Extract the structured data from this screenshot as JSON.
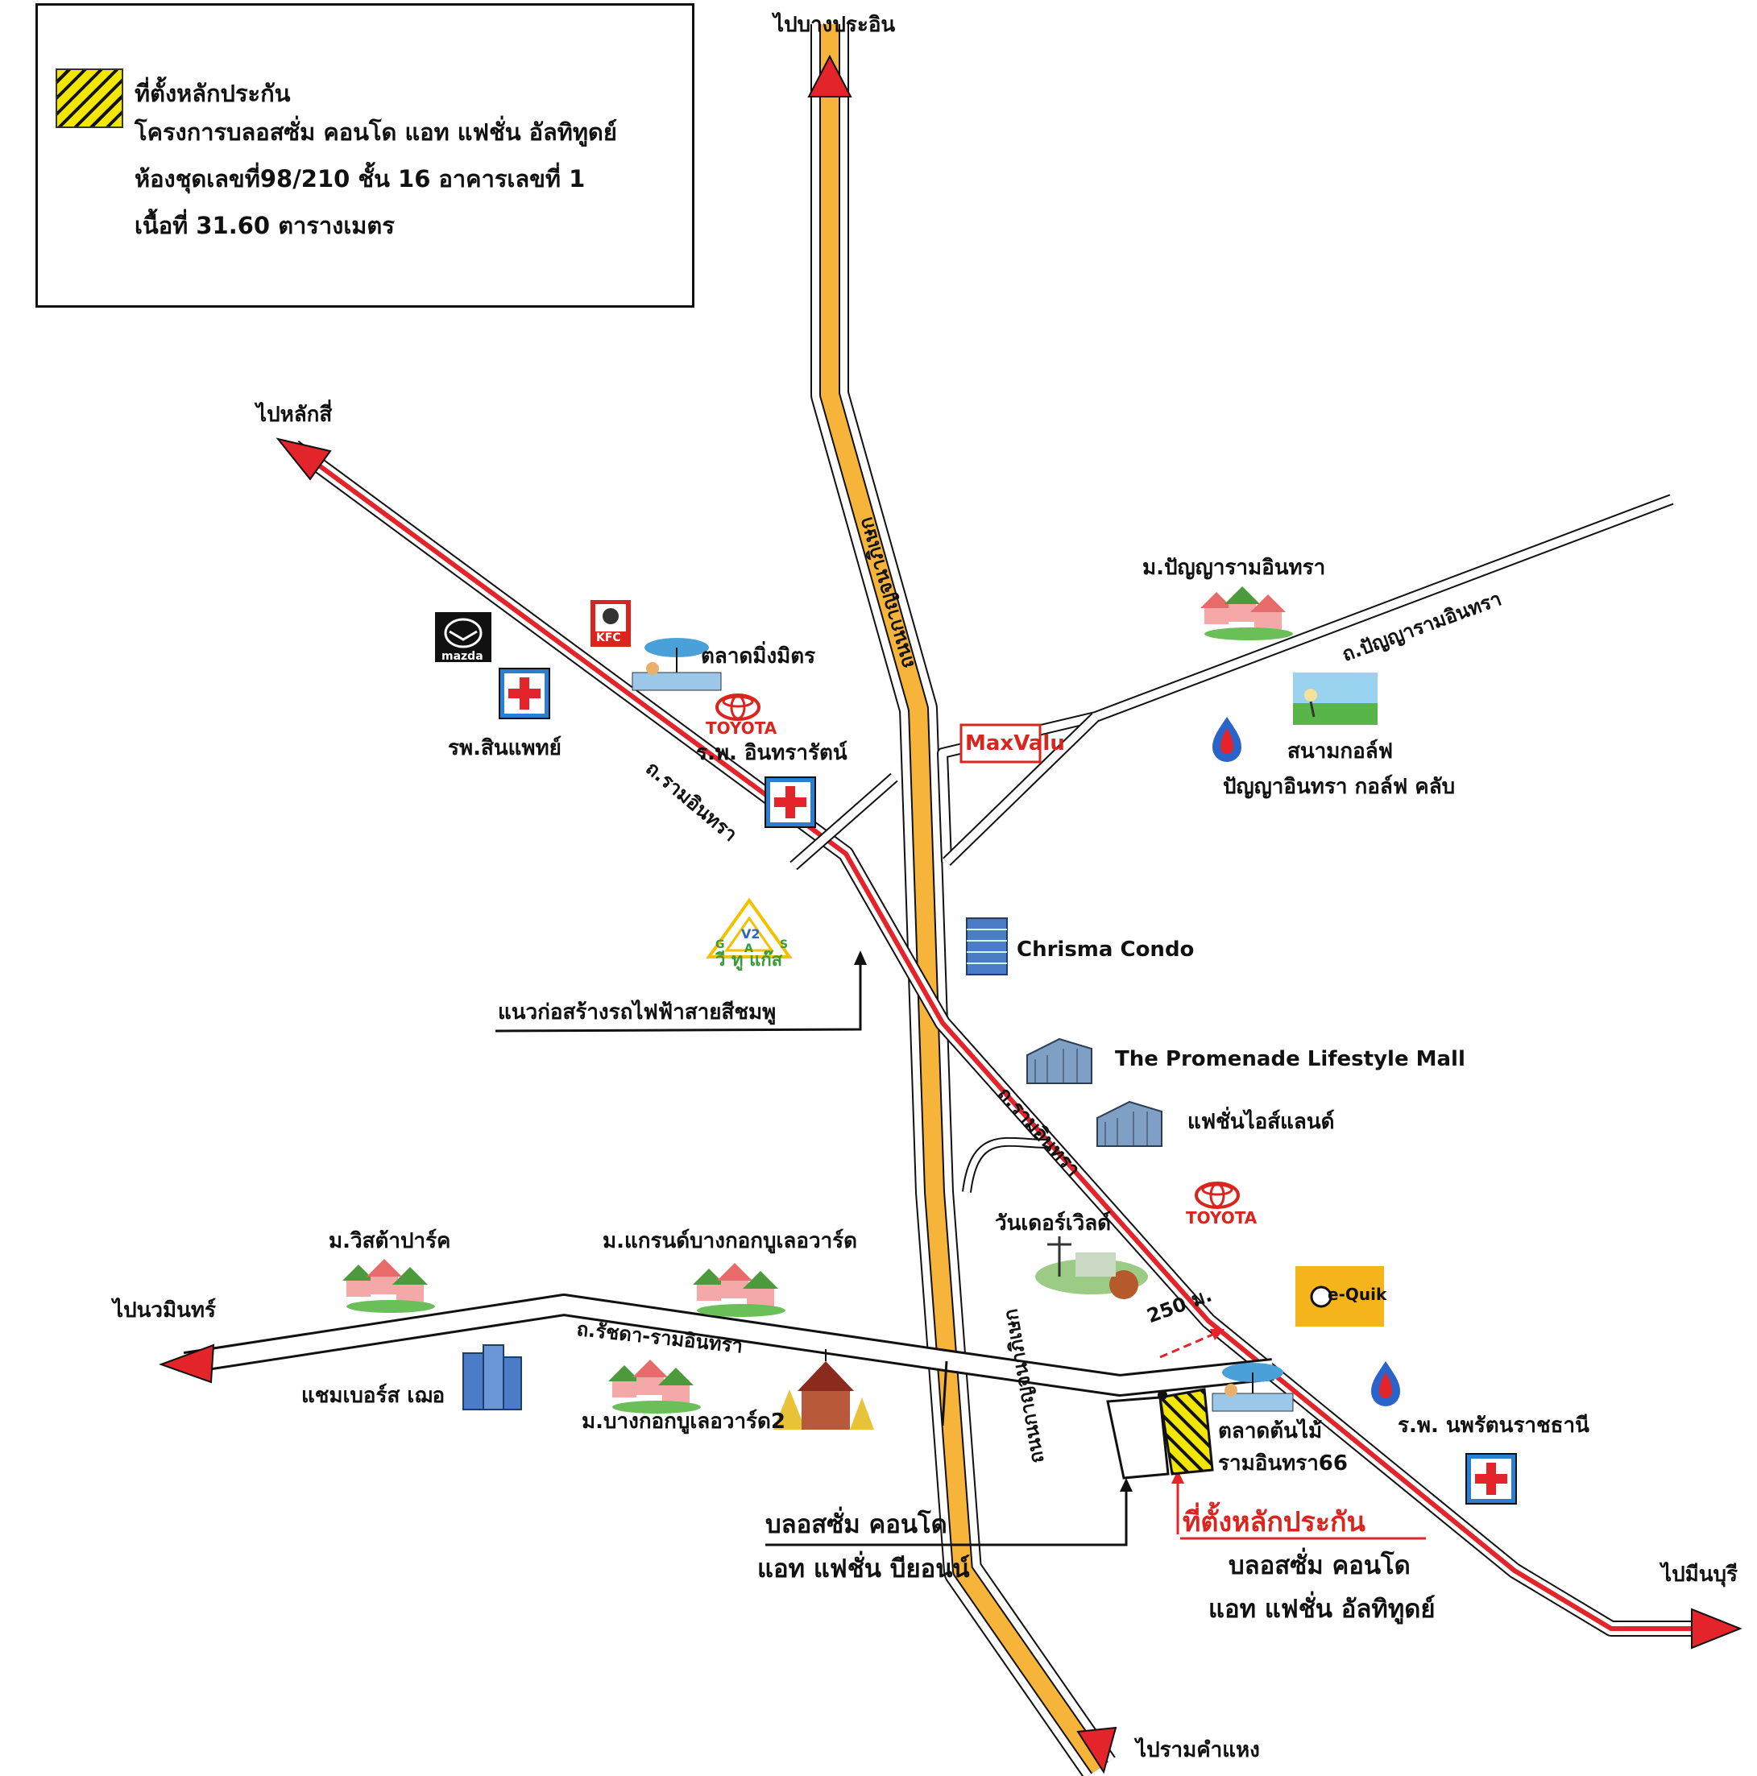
{
  "legend": {
    "line1": "ที่ตั้งหลักประกัน",
    "line2": "โครงการบลอสซั่ม คอนโด แอท แฟชั่น อัลทิทูดย์",
    "line3": "ห้องชุดเลขที่98/210 ชั้น 16 อาคารเลขที่ 1",
    "line4": "เนื้อที่ 31.60 ตารางเมตร",
    "swatch_colors": [
      "#f3e600",
      "#111111"
    ]
  },
  "directions": {
    "north": "ไปบางประอิน",
    "northwest": "ไปหลักสี่",
    "west": "ไปนวมินทร์",
    "east": "ไปมีนบุรี",
    "south": "ไปรามคำแหง"
  },
  "roads": {
    "kanchanaphisek_upper": "ถนนกาญจนาภิเษก",
    "kanchanaphisek_lower": "ถนนกาญจนาภิเษก",
    "ramintra_upper": "ถ.รามอินทรา",
    "ramintra_lower": "ถ.รามอินทรา",
    "panya_ramintra": "ถ.ปัญญารามอินทรา",
    "ratchada_ramintra": "ถ.รัชดา-รามอินทรา"
  },
  "places": {
    "talad_mingmit": "ตลาดมิ่งมิตร",
    "rp_sinphaet": "รพ.สินแพทย์",
    "rp_intararat": "ร.พ. อินทรารัตน์",
    "v2gas": "วี ทู แก๊ส",
    "pink_line": "แนวก่อสร้างรถไฟฟ้าสายสีชมพู",
    "maxvalu": "MaxValu",
    "m_panya_ramintra": "ม.ปัญญารามอินทรา",
    "golf_1": "สนามกอล์ฟ",
    "golf_2": "ปัญญาอินทรา กอล์ฟ คลับ",
    "chrisma": "Chrisma Condo",
    "promenade": "The Promenade Lifestyle Mall",
    "fashion_island": "แฟชั่นไอส์แลนด์",
    "wonder_world": "วันเดอร์เวิลด์",
    "m_vista_park": "ม.วิสต้าปาร์ค",
    "m_grand_bkk": "ม.แกรนด์บางกอกบูเลอวาร์ด",
    "chambers": "แชมเบอร์ส เฌอ",
    "m_bkk_blvd2": "ม.บางกอกบูเลอวาร์ด2",
    "talad_tonmai_1": "ตลาดต้นไม้",
    "talad_tonmai_2": "รามอินทรา66",
    "rp_nopparat": "ร.พ. นพรัตนราชธานี",
    "distance": "250 ม.",
    "blossom_beyond_1": "บลอสซั่ม คอนโด",
    "blossom_beyond_2": "แอท แฟชั่น บียอนน์",
    "collateral_title": "ที่ตั้งหลักประกัน",
    "collateral_1": "บลอสซั่ม คอนโด",
    "collateral_2": "แอท แฟชั่น อัลทิทูดย์"
  },
  "logos": {
    "mazda": "mazda",
    "kfc": "KFC",
    "toyota": "TOYOTA",
    "equik": "e-Quik",
    "v2_mark": "V2",
    "gas_letters": [
      "G",
      "A",
      "S"
    ]
  },
  "colors": {
    "highway_fill": "#f6b43a",
    "ramintra_line": "#e3242b",
    "arrow_red": "#e3242b",
    "hospital_blue": "#2a7fd0",
    "hospital_red": "#e3242b",
    "text_red": "#d9251d"
  }
}
